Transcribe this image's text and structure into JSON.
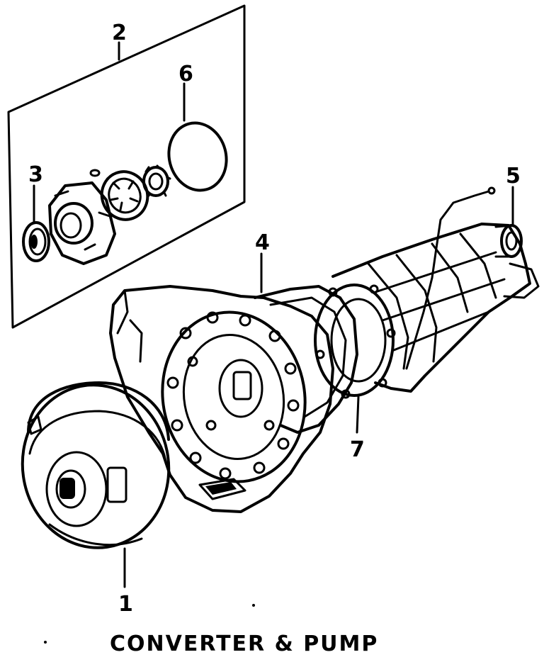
{
  "callouts": {
    "c1": "1",
    "c2": "2",
    "c3": "3",
    "c4": "4",
    "c5": "5",
    "c6": "6",
    "c7": "7"
  },
  "caption": "CONVERTER & PUMP"
}
